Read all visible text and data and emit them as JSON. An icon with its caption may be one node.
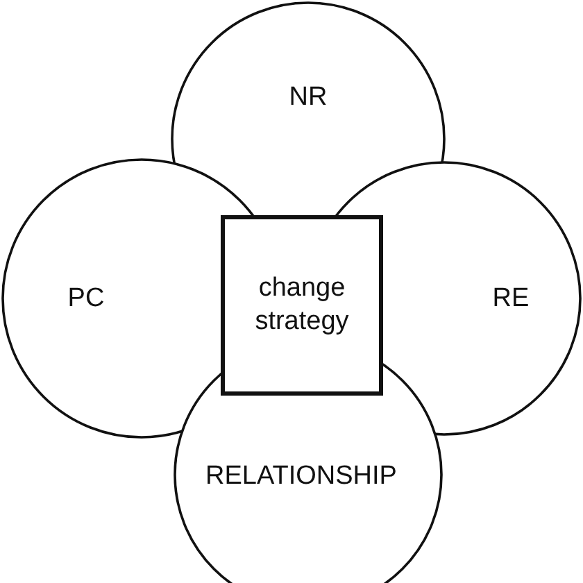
{
  "diagram": {
    "nodes": [
      {
        "text": [
          "NR"
        ]
      },
      {
        "text": [
          "PC"
        ]
      },
      {
        "text": [
          "RE"
        ]
      },
      {
        "text": [
          "RELATIONSHIP"
        ]
      },
      {
        "text": [
          "change strategy"
        ]
      }
    ]
  }
}
